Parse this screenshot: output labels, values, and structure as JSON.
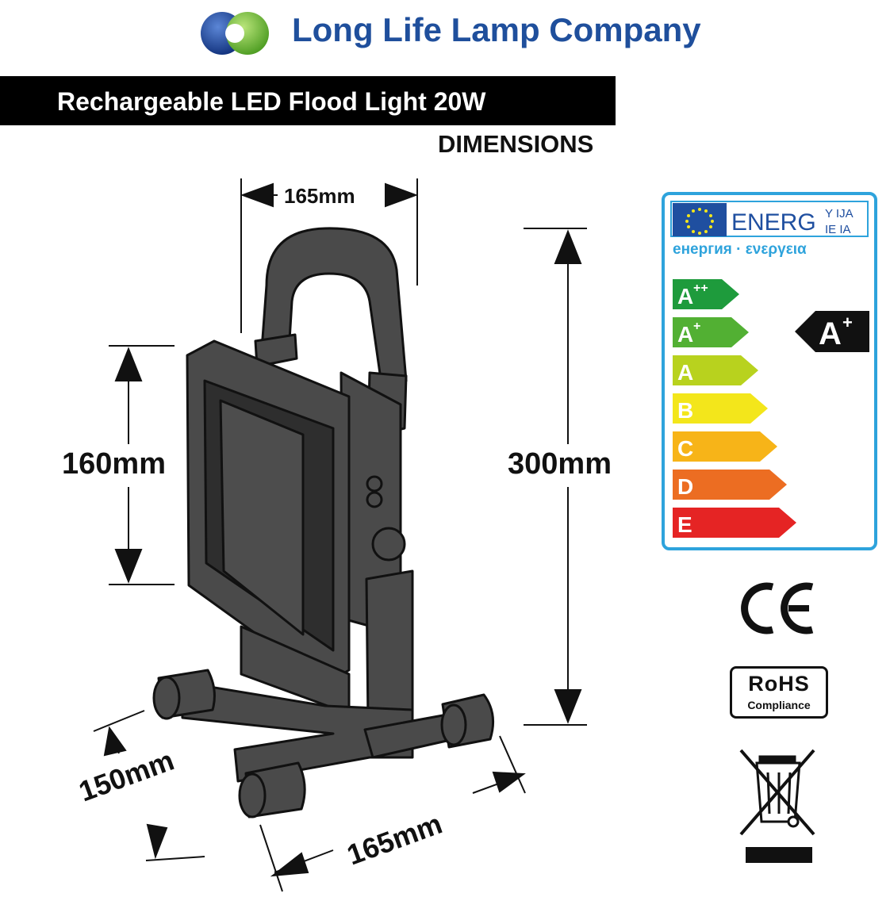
{
  "header": {
    "company_name": "Long Life Lamp Company",
    "product_title": "Rechargeable LED Flood Light 20W",
    "section_label": "DIMENSIONS"
  },
  "dimensions": {
    "top_width": "165mm",
    "head_height": "160mm",
    "total_height": "300mm",
    "base_depth": "150mm",
    "base_width": "165mm"
  },
  "energy_label": {
    "header_text": "ENERG",
    "header_suffixes": [
      "Y IJA",
      "IE IA"
    ],
    "subheader": "енергия · ενεργεια",
    "classes": [
      {
        "label": "A",
        "sup": "++",
        "color": "#1e9b3c"
      },
      {
        "label": "A",
        "sup": "+",
        "color": "#52b033"
      },
      {
        "label": "A",
        "sup": "",
        "color": "#b8d21e"
      },
      {
        "label": "B",
        "sup": "",
        "color": "#f3e61b"
      },
      {
        "label": "C",
        "sup": "",
        "color": "#f7b418"
      },
      {
        "label": "D",
        "sup": "",
        "color": "#ec6d22"
      },
      {
        "label": "E",
        "sup": "",
        "color": "#e52424"
      }
    ],
    "rating": "A",
    "rating_sup": "+",
    "frame_color": "#2ea3dc",
    "flag_color": "#1f4fa0"
  },
  "marks": {
    "ce": "CE",
    "rohs_title": "RoHS",
    "rohs_sub": "Compliance"
  },
  "colors": {
    "brand_blue": "#1f4f9c",
    "logo_green": "#7dc242",
    "logo_blue": "#1f4fa0"
  }
}
